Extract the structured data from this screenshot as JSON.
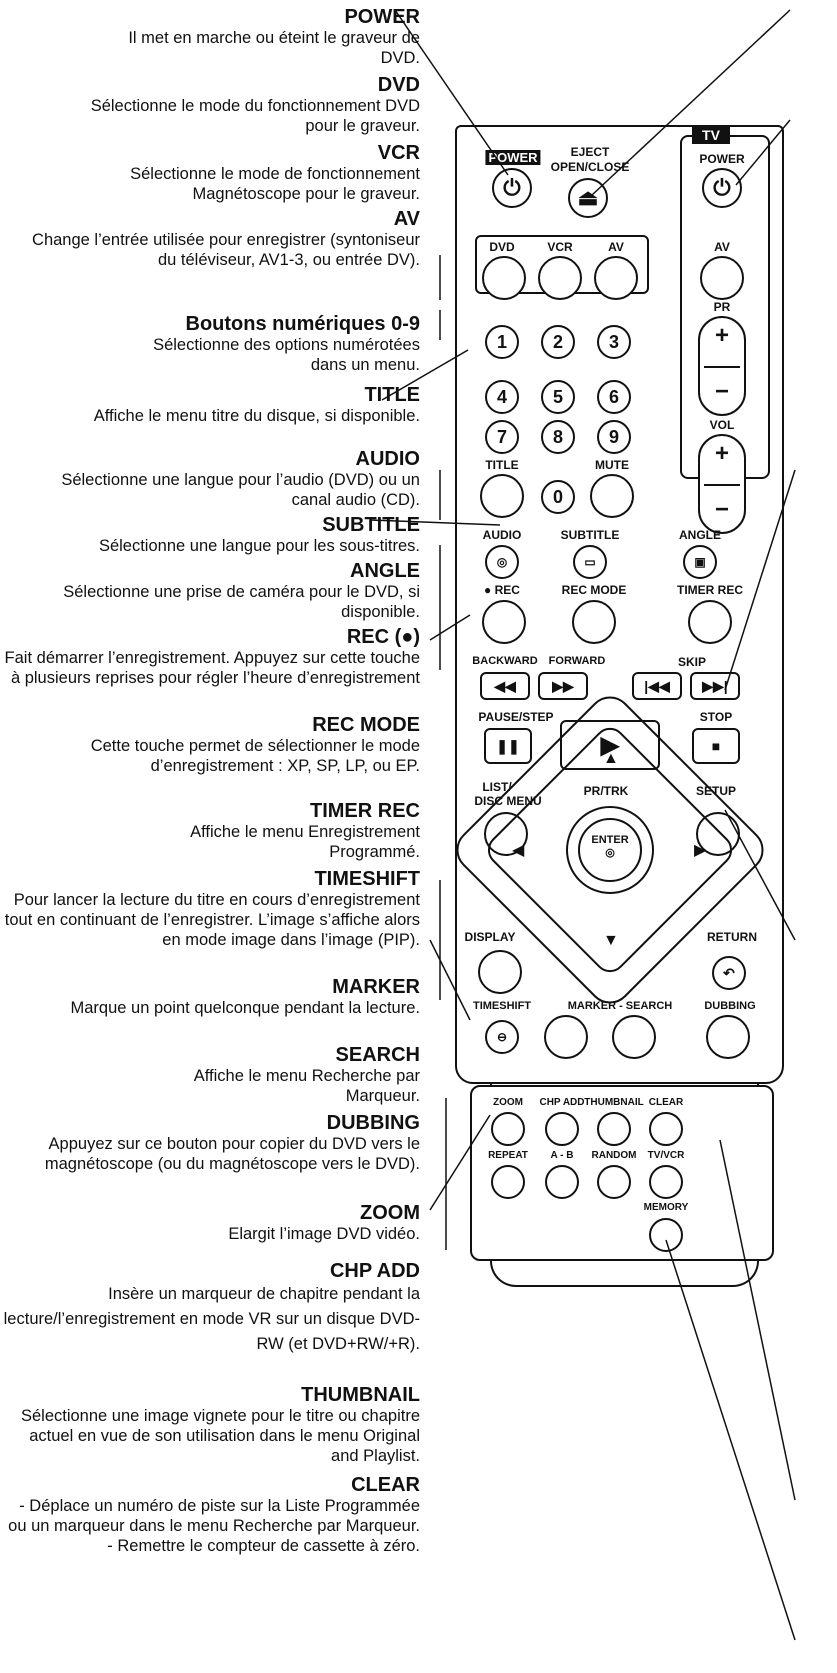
{
  "entries": [
    {
      "title": "POWER",
      "desc": "Il met en marche ou éteint le graveur de DVD."
    },
    {
      "title": "DVD",
      "desc": "Sélectionne le mode du fonctionnement DVD pour le graveur."
    },
    {
      "title": "VCR",
      "desc": "Sélectionne le mode de fonctionnement Magnétoscope pour le graveur."
    },
    {
      "title": "AV",
      "desc": "Change l’entrée utilisée pour enregistrer (syntoniseur du téléviseur, AV1-3, ou entrée DV)."
    },
    {
      "title": "Boutons numériques 0-9",
      "desc": "Sélectionne des options numérotées dans un menu."
    },
    {
      "title": "TITLE",
      "desc": "Affiche le menu titre du disque, si disponible."
    },
    {
      "title": "AUDIO",
      "desc": "Sélectionne une langue pour l’audio (DVD) ou un canal audio (CD)."
    },
    {
      "title": "SUBTITLE",
      "desc": "Sélectionne une langue pour les sous-titres."
    },
    {
      "title": "ANGLE",
      "desc": "Sélectionne une prise de caméra pour le DVD, si disponible."
    },
    {
      "title": "REC (●)",
      "desc": "Fait démarrer l’enregistrement. Appuyez sur cette touche à plusieurs reprises pour régler l’heure d’enregistrement"
    },
    {
      "title": "REC MODE",
      "desc": "Cette touche permet de sélectionner le mode d’enregistrement : XP, SP, LP, ou EP."
    },
    {
      "title": "TIMER REC",
      "desc": "Affiche le menu Enregistrement Programmé."
    },
    {
      "title": "TIMESHIFT",
      "desc": "Pour lancer la lecture du titre en cours d’enregistrement tout en continuant de l’enregistrer. L’image s’affiche alors en mode image dans l’image (PIP)."
    },
    {
      "title": "MARKER",
      "desc": "Marque un point quelconque pendant la lecture."
    },
    {
      "title": "SEARCH",
      "desc": "Affiche le menu Recherche par Marqueur."
    },
    {
      "title": "DUBBING",
      "desc": "Appuyez sur ce bouton pour copier du DVD vers le magnétoscope (ou du magnétoscope vers le DVD)."
    },
    {
      "title": "ZOOM",
      "desc": "Elargit l’image DVD vidéo."
    },
    {
      "title": "CHP ADD",
      "desc": "Insère un marqueur de chapitre pendant la lecture/l’enregistrement en mode VR sur un disque DVD-RW (et DVD+RW/+R)."
    },
    {
      "title": "THUMBNAIL",
      "desc": "Sélectionne une image vignete pour le titre ou chapitre actuel en vue de son utilisation dans le menu Original and Playlist."
    },
    {
      "title": "CLEAR",
      "desc": "- Déplace un numéro de piste sur la Liste Programmée ou un marqueur dans le menu Recherche par Marqueur. - Remettre le compteur de cassette à zéro."
    }
  ],
  "remote": {
    "power": "POWER",
    "eject": "EJECT",
    "open_close": "OPEN/CLOSE",
    "tv": "TV",
    "tv_power": "POWER",
    "dvd": "DVD",
    "vcr": "VCR",
    "av": "AV",
    "tv_av": "AV",
    "pr": "PR",
    "vol": "VOL",
    "mute": "MUTE",
    "title": "TITLE",
    "n1": "1",
    "n2": "2",
    "n3": "3",
    "n4": "4",
    "n5": "5",
    "n6": "6",
    "n7": "7",
    "n8": "8",
    "n9": "9",
    "n0": "0",
    "audio": "AUDIO",
    "subtitle": "SUBTITLE",
    "angle": "ANGLE",
    "rec": "● REC",
    "rec_mode": "REC MODE",
    "timer_rec": "TIMER REC",
    "backward": "BACKWARD",
    "forward": "FORWARD",
    "skip": "SKIP",
    "pause_step": "PAUSE/STEP",
    "stop": "STOP",
    "list": "LIST/",
    "disc_menu": "DISC MENU",
    "pr_trk": "PR/TRK",
    "setup": "SETUP",
    "enter": "ENTER",
    "display": "DISPLAY",
    "return": "RETURN",
    "timeshift": "TIMESHIFT",
    "marker_search": "MARKER - SEARCH",
    "dubbing": "DUBBING",
    "zoom": "ZOOM",
    "chp_add": "CHP ADD",
    "thumbnail": "THUMBNAIL",
    "clear": "CLEAR",
    "repeat": "REPEAT",
    "ab": "A - B",
    "random": "RANDOM",
    "tvvcr": "TV/VCR",
    "memory": "MEMORY"
  }
}
